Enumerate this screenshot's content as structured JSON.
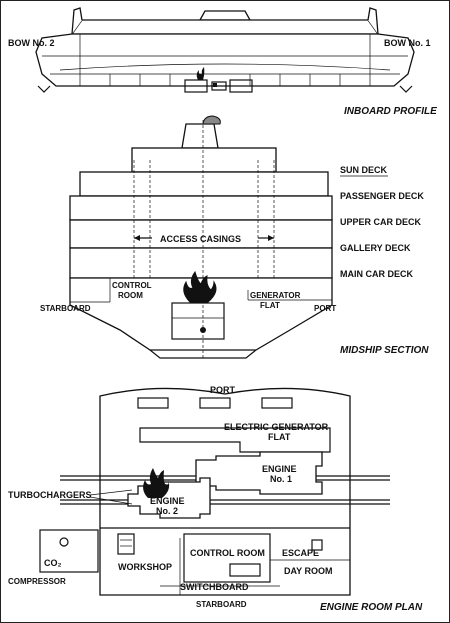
{
  "inboard_profile": {
    "title": "INBOARD PROFILE",
    "bow_left": "BOW No. 2",
    "bow_right": "BOW No. 1"
  },
  "midship_section": {
    "title": "MIDSHIP SECTION",
    "decks": [
      "SUN DECK",
      "PASSENGER DECK",
      "UPPER CAR DECK",
      "GALLERY DECK",
      "MAIN CAR DECK"
    ],
    "access_casings": "ACCESS CASINGS",
    "control_room": [
      "CONTROL",
      "ROOM"
    ],
    "generator_flat": [
      "GENERATOR",
      "FLAT"
    ],
    "starboard": "STARBOARD",
    "port": "PORT"
  },
  "engine_room_plan": {
    "title": "ENGINE ROOM  PLAN",
    "port": "PORT",
    "electric_generator": [
      "ELECTRIC GENERATOR",
      "FLAT"
    ],
    "engine1": [
      "ENGINE",
      "No. 1"
    ],
    "engine2": [
      "ENGINE",
      "No. 2"
    ],
    "turbochargers": "TURBOCHARGERS",
    "co2": [
      "CO₂",
      "COMPRESSOR"
    ],
    "workshop": "WORKSHOP",
    "control_room": "CONTROL ROOM",
    "escape": "ESCAPE",
    "day_room": "DAY ROOM",
    "switchboard": "SWITCHBOARD",
    "starboard": "STARBOARD"
  },
  "colors": {
    "line": "#111111",
    "background": "#ffffff"
  }
}
